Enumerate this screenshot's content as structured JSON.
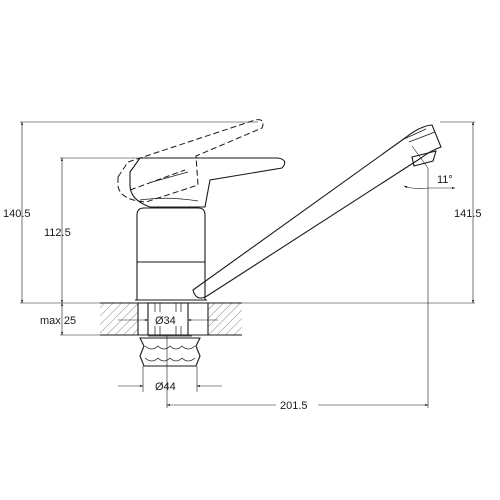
{
  "dimensions": {
    "overall_height": "140.5",
    "body_height": "112.5",
    "spout_height": "141.5",
    "max_thickness": "max 25",
    "hole_diameter": "Ø34",
    "base_diameter": "Ø44",
    "spout_reach": "201.5",
    "spout_angle": "11°"
  }
}
